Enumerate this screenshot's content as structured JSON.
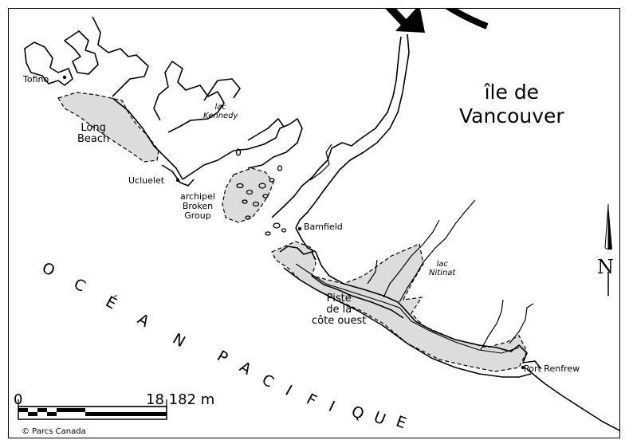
{
  "map": {
    "island_name_line1": "île de",
    "island_name_line2": "Vancouver",
    "ocean_name_line1": "OCÉAN",
    "ocean_name_line2": "PACIFIQUE",
    "compass_label": "N",
    "credit": "© Parcs Canada"
  },
  "places": {
    "tofino": "Tofino",
    "long_beach_line1": "Long",
    "long_beach_line2": "Beach",
    "lake_kennedy_line1": "lac",
    "lake_kennedy_line2": "Kennedy",
    "ucluelet": "Ucluelet",
    "broken_group_line1": "archipel",
    "broken_group_line2": "Broken",
    "broken_group_line3": "Group",
    "bamfield": "Bamfield",
    "lake_nitinat_line1": "lac",
    "lake_nitinat_line2": "Nitinat",
    "trail_line1": "Piste",
    "trail_line2": "de la",
    "trail_line3": "côte ouest",
    "port_renfrew": "Port Renfrew"
  },
  "scale_bar": {
    "start_label": "0",
    "end_label": "18 182 m"
  }
}
